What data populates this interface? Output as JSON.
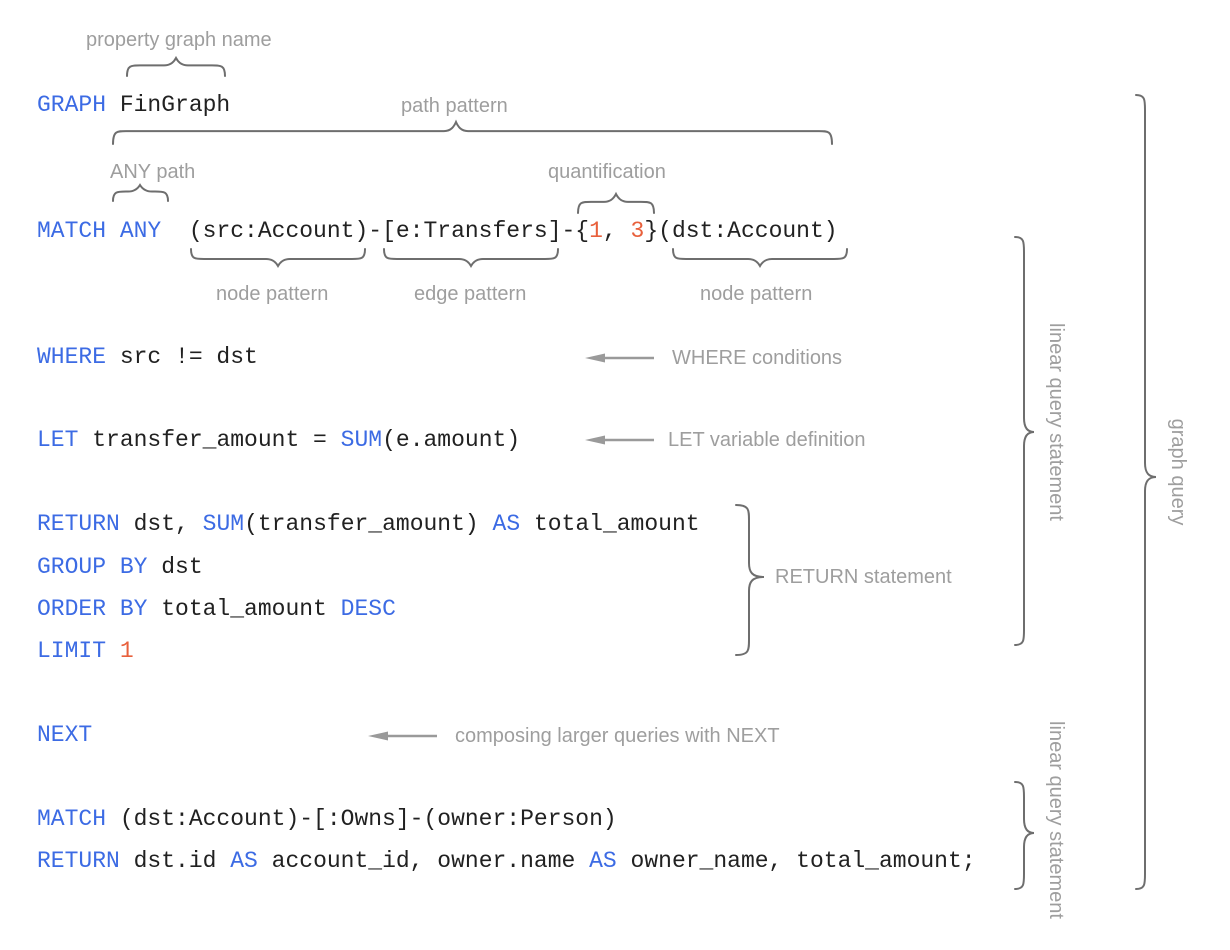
{
  "palette": {
    "keyword_blue": "#3C6BE4",
    "code_dark": "#212121",
    "number_orange": "#E8603C",
    "label_gray": "#9E9E9E",
    "brace_gray": "#6E6E6E",
    "arrow_gray": "#9A9A9A",
    "background": "#FFFFFF"
  },
  "annotations": {
    "property_graph_name": "property graph name",
    "path_pattern": "path pattern",
    "any_path": "ANY path",
    "quantification": "quantification",
    "node_pattern_left": "node pattern",
    "edge_pattern": "edge pattern",
    "node_pattern_right": "node pattern",
    "where_conditions": "WHERE conditions",
    "let_variable_definition": "LET variable definition",
    "return_statement": "RETURN statement",
    "composing_next": "composing larger queries with NEXT",
    "linear_query_statement_top": "linear query statement",
    "graph_query": "graph query",
    "linear_query_statement_bottom": "linear query statement"
  },
  "code_lines": [
    {
      "id": "graph-clause",
      "tokens": [
        {
          "t": "GRAPH",
          "c": "kw"
        },
        {
          "t": " FinGraph",
          "c": "pl"
        }
      ]
    },
    {
      "id": "match-clause",
      "tokens": [
        {
          "t": "MATCH ANY",
          "c": "kw"
        },
        {
          "t": "  (src:Account)-[e:Transfers]-{",
          "c": "pl"
        },
        {
          "t": "1",
          "c": "num"
        },
        {
          "t": ", ",
          "c": "pl"
        },
        {
          "t": "3",
          "c": "num"
        },
        {
          "t": "}(dst:Account)",
          "c": "pl"
        }
      ]
    },
    {
      "id": "where-clause",
      "tokens": [
        {
          "t": "WHERE",
          "c": "kw"
        },
        {
          "t": " src != dst",
          "c": "pl"
        }
      ]
    },
    {
      "id": "let-clause",
      "tokens": [
        {
          "t": "LET",
          "c": "kw"
        },
        {
          "t": " transfer_amount = ",
          "c": "pl"
        },
        {
          "t": "SUM",
          "c": "kw"
        },
        {
          "t": "(e.amount)",
          "c": "pl"
        }
      ]
    },
    {
      "id": "return-clause",
      "tokens": [
        {
          "t": "RETURN",
          "c": "kw"
        },
        {
          "t": " dst, ",
          "c": "pl"
        },
        {
          "t": "SUM",
          "c": "kw"
        },
        {
          "t": "(transfer_amount) ",
          "c": "pl"
        },
        {
          "t": "AS",
          "c": "kw"
        },
        {
          "t": " total_amount",
          "c": "pl"
        }
      ]
    },
    {
      "id": "group-by-clause",
      "tokens": [
        {
          "t": "GROUP BY",
          "c": "kw"
        },
        {
          "t": " dst",
          "c": "pl"
        }
      ]
    },
    {
      "id": "order-by-clause",
      "tokens": [
        {
          "t": "ORDER BY",
          "c": "kw"
        },
        {
          "t": " total_amount ",
          "c": "pl"
        },
        {
          "t": "DESC",
          "c": "kw"
        }
      ]
    },
    {
      "id": "limit-clause",
      "tokens": [
        {
          "t": "LIMIT",
          "c": "kw"
        },
        {
          "t": " ",
          "c": "pl"
        },
        {
          "t": "1",
          "c": "num"
        }
      ]
    },
    {
      "id": "next-clause",
      "tokens": [
        {
          "t": "NEXT",
          "c": "kw"
        }
      ]
    },
    {
      "id": "match-clause-2",
      "tokens": [
        {
          "t": "MATCH",
          "c": "kw"
        },
        {
          "t": " (dst:Account)-[:Owns]-(owner:Person)",
          "c": "pl"
        }
      ]
    },
    {
      "id": "return-clause-2",
      "tokens": [
        {
          "t": "RETURN",
          "c": "kw"
        },
        {
          "t": " dst.id ",
          "c": "pl"
        },
        {
          "t": "AS",
          "c": "kw"
        },
        {
          "t": " account_id, owner.name ",
          "c": "pl"
        },
        {
          "t": "AS",
          "c": "kw"
        },
        {
          "t": " owner_name, total_amount;",
          "c": "pl"
        }
      ]
    }
  ]
}
